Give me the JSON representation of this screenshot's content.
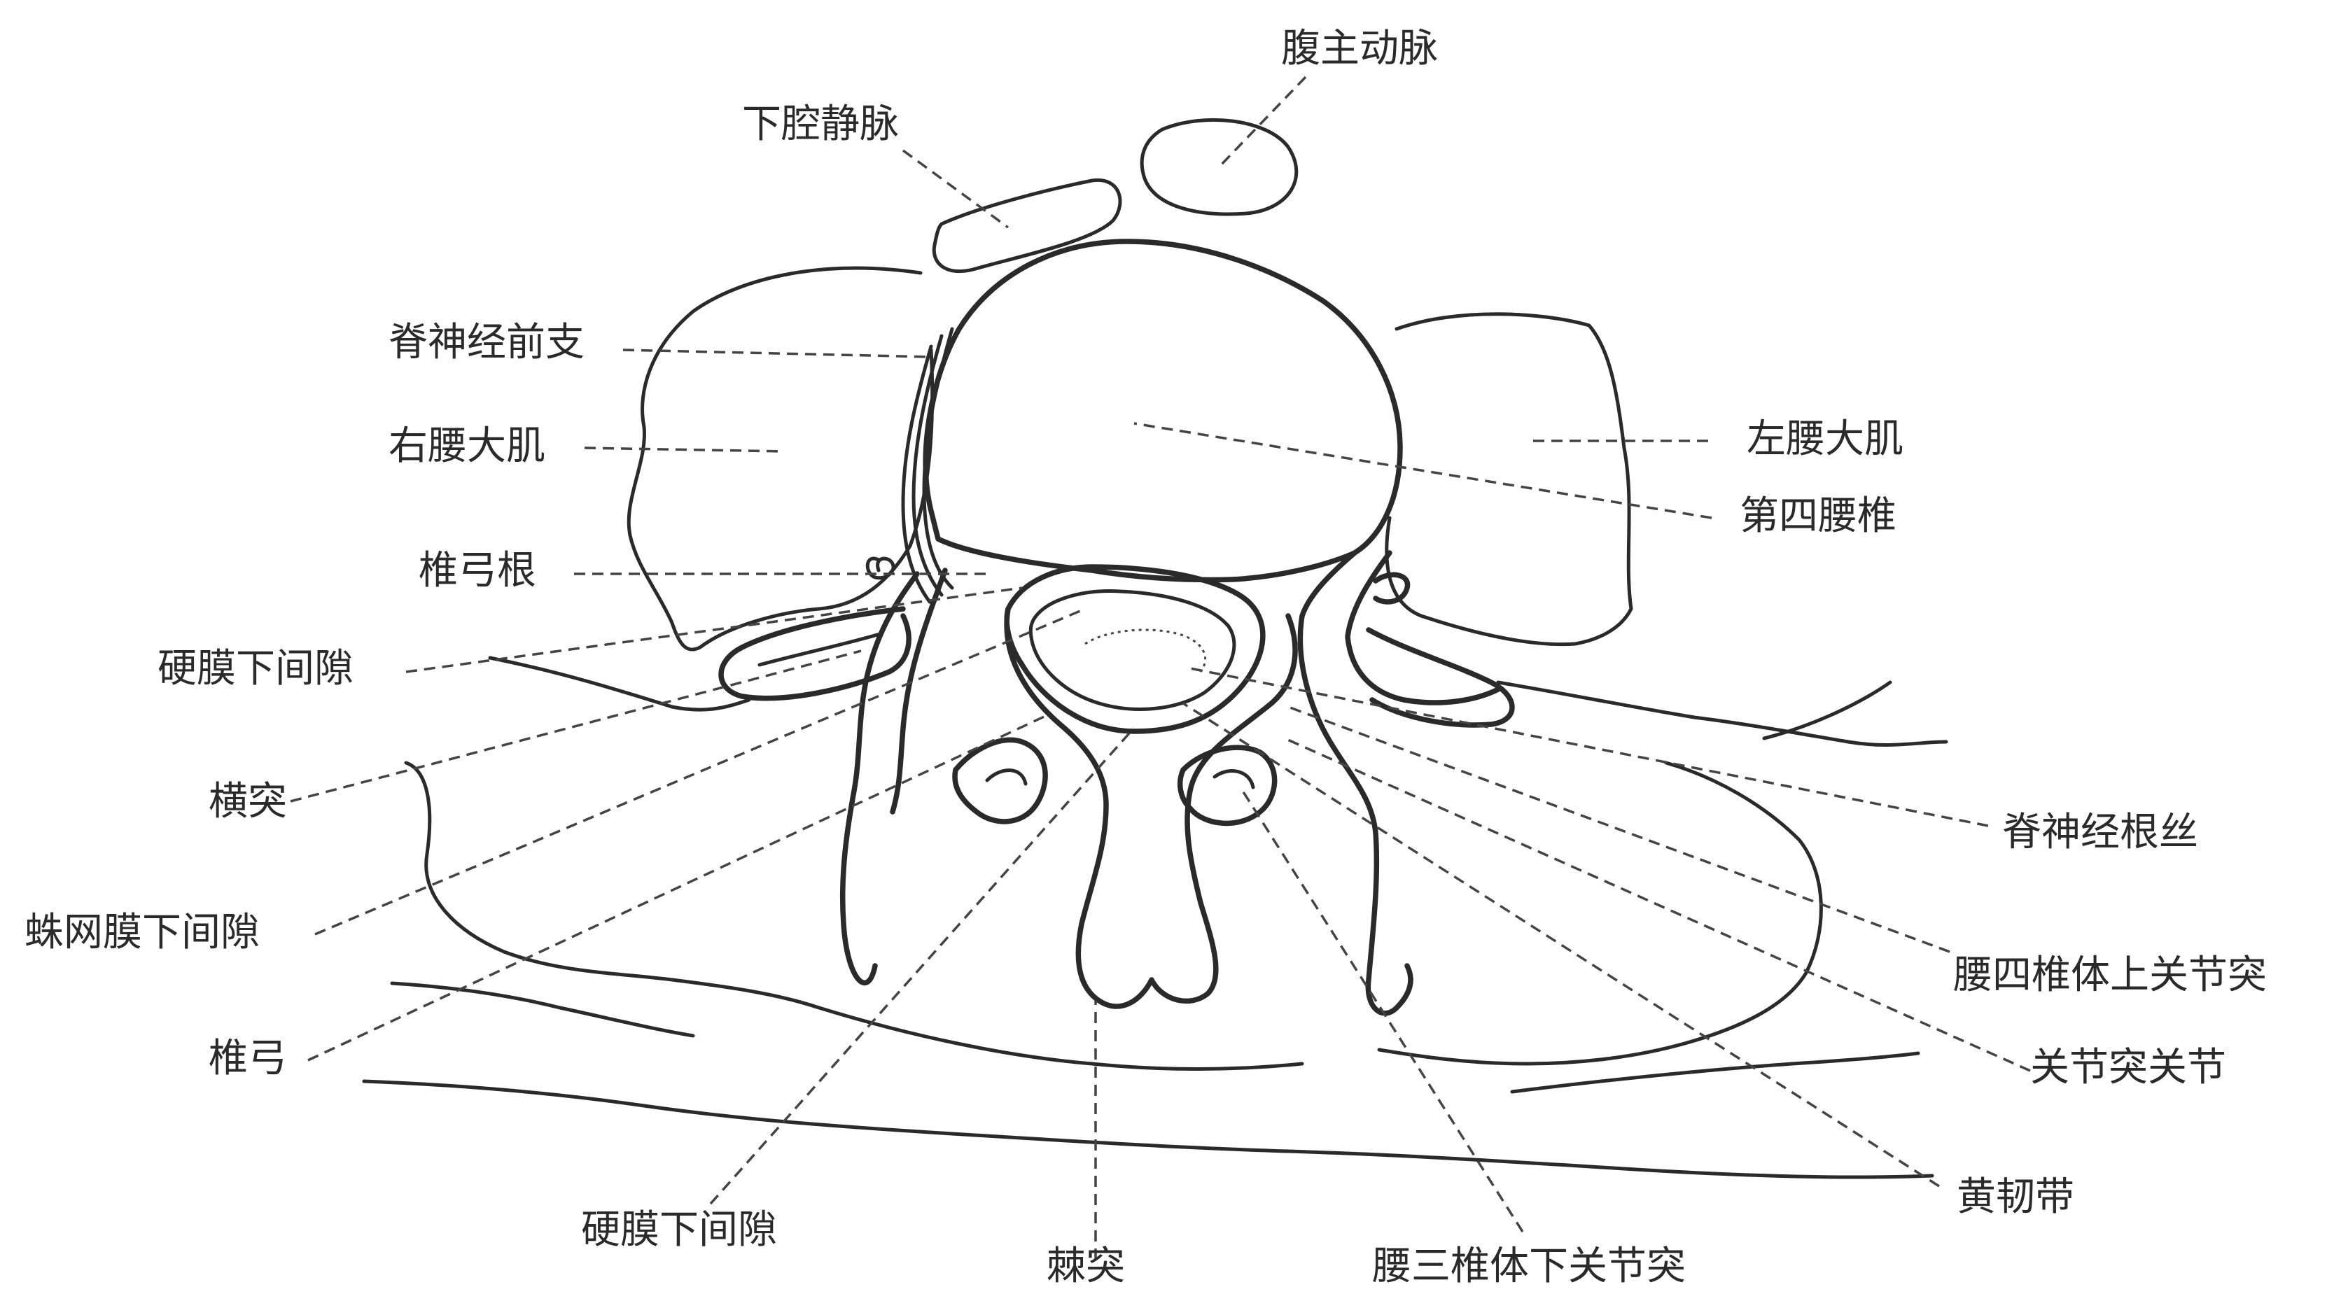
{
  "labels": {
    "abdominal_aorta": "腹主动脉",
    "inferior_vena_cava": "下腔静脉",
    "spinal_nerve_anterior_ramus": "脊神经前支",
    "right_psoas_major": "右腰大肌",
    "left_psoas_major": "左腰大肌",
    "fourth_lumbar_vertebra": "第四腰椎",
    "vertebral_pedicle": "椎弓根",
    "subdural_space_left": "硬膜下间隙",
    "transverse_process": "横突",
    "subarachnoid_space": "蛛网膜下间隙",
    "vertebral_arch": "椎弓",
    "subdural_space_bottom": "硬膜下间隙",
    "spinous_process": "棘突",
    "l3_inferior_articular_process": "腰三椎体下关节突",
    "spinal_nerve_rootlets": "脊神经根丝",
    "l4_superior_articular_process": "腰四椎体上关节突",
    "facet_joint": "关节突关节",
    "ligamentum_flavum": "黄韧带"
  }
}
